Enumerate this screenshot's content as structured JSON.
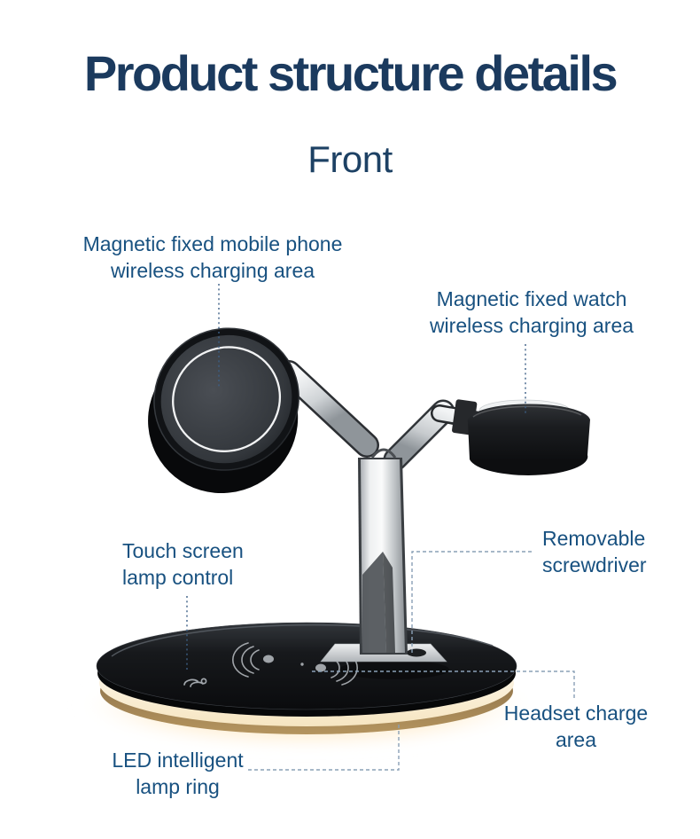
{
  "page": {
    "background": "#ffffff"
  },
  "header": {
    "title": "Product structure details",
    "subtitle": "Front"
  },
  "callouts": {
    "phone_pad": {
      "line1": "Magnetic fixed mobile phone",
      "line2": "wireless charging area"
    },
    "watch": {
      "line1": "Magnetic fixed watch",
      "line2": "wireless charging area"
    },
    "touch_control": {
      "line1": "Touch screen",
      "line2": "lamp control"
    },
    "screwdriver": {
      "line1": "Removable",
      "line2": "screwdriver"
    },
    "headset": {
      "line1": "Headset charge",
      "line2": "area"
    },
    "led_ring": {
      "line1": "LED intelligent",
      "line2": "lamp ring"
    }
  },
  "colors": {
    "title_text": "#1b3a5e",
    "label_text": "#185180",
    "leader_dotted": "#3d5f85",
    "leader_dashed": "#8aa0b6",
    "device_black": "#0c0d0f",
    "chrome_highlight": "#f7f8f9",
    "chrome_shadow": "#8b9196",
    "pad_face_gray": "#3c4045",
    "pad_ring_white": "#f2f3f4",
    "watch_surface_white": "#eff1f2",
    "led_glow_white": "#fdf6e4",
    "led_rim_bronze": "#9a7b51"
  }
}
